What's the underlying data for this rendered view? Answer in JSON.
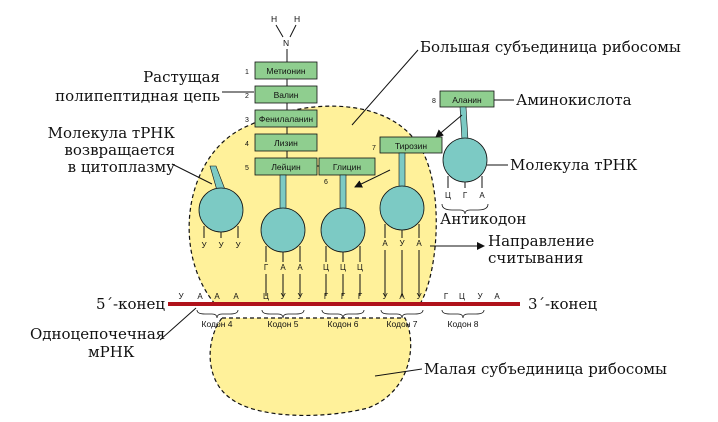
{
  "colors": {
    "ribosome": "#fff19a",
    "trna": "#7ccac4",
    "amino_box": "#8fce8f",
    "mrna": "#b0121b"
  },
  "chain": [
    {
      "num": "1",
      "name": "Метионин"
    },
    {
      "num": "2",
      "name": "Валин"
    },
    {
      "num": "3",
      "name": "Фенилаланин"
    },
    {
      "num": "4",
      "name": "Лизин"
    },
    {
      "num": "5",
      "name": "Лейцин"
    },
    {
      "num": "6",
      "name": "Глицин"
    }
  ],
  "nh2": {
    "h1": "H",
    "h2": "H",
    "n": "N"
  },
  "incoming": {
    "num": "7",
    "name": "Тирозин"
  },
  "free_aa": {
    "num": "8",
    "name": "Аланин"
  },
  "trna_exit": {
    "bases": [
      "У",
      "У",
      "У"
    ]
  },
  "trna_sites": [
    {
      "bases": [
        "Г",
        "А",
        "А"
      ]
    },
    {
      "bases": [
        "Ц",
        "Ц",
        "Ц"
      ]
    },
    {
      "bases": [
        "А",
        "У",
        "А"
      ]
    }
  ],
  "trna_free": {
    "bases": [
      "Ц",
      "Г",
      "А"
    ]
  },
  "mrna_bases": [
    "У",
    "А",
    "А",
    "А",
    "Ц",
    "У",
    "У",
    "Г",
    "Г",
    "Г",
    "У",
    "А",
    "У",
    "Г",
    "Ц",
    "У",
    "А"
  ],
  "codons": [
    "Кодон 4",
    "Кодон 5",
    "Кодон 6",
    "Кодон 7",
    "Кодон 8"
  ],
  "labels": {
    "large_subunit": "Большая субъединица рибосомы",
    "growing_chain_1": "Растущая",
    "growing_chain_2": "полипептидная цепь",
    "amino_acid": "Аминокислота",
    "trna_returns_1": "Молекула тРНК",
    "trna_returns_2": "возвращается",
    "trna_returns_3": "в цитоплазму",
    "trna_molecule": "Молекула тРНК",
    "anticodon": "Антикодон",
    "direction_1": "Направление",
    "direction_2": "считывания",
    "five_end": "5´-конец",
    "three_end": "3´-конец",
    "mrna_1": "Одноцепочечная",
    "mrna_2": "мРНК",
    "small_subunit": "Малая субъединица рибосомы"
  }
}
